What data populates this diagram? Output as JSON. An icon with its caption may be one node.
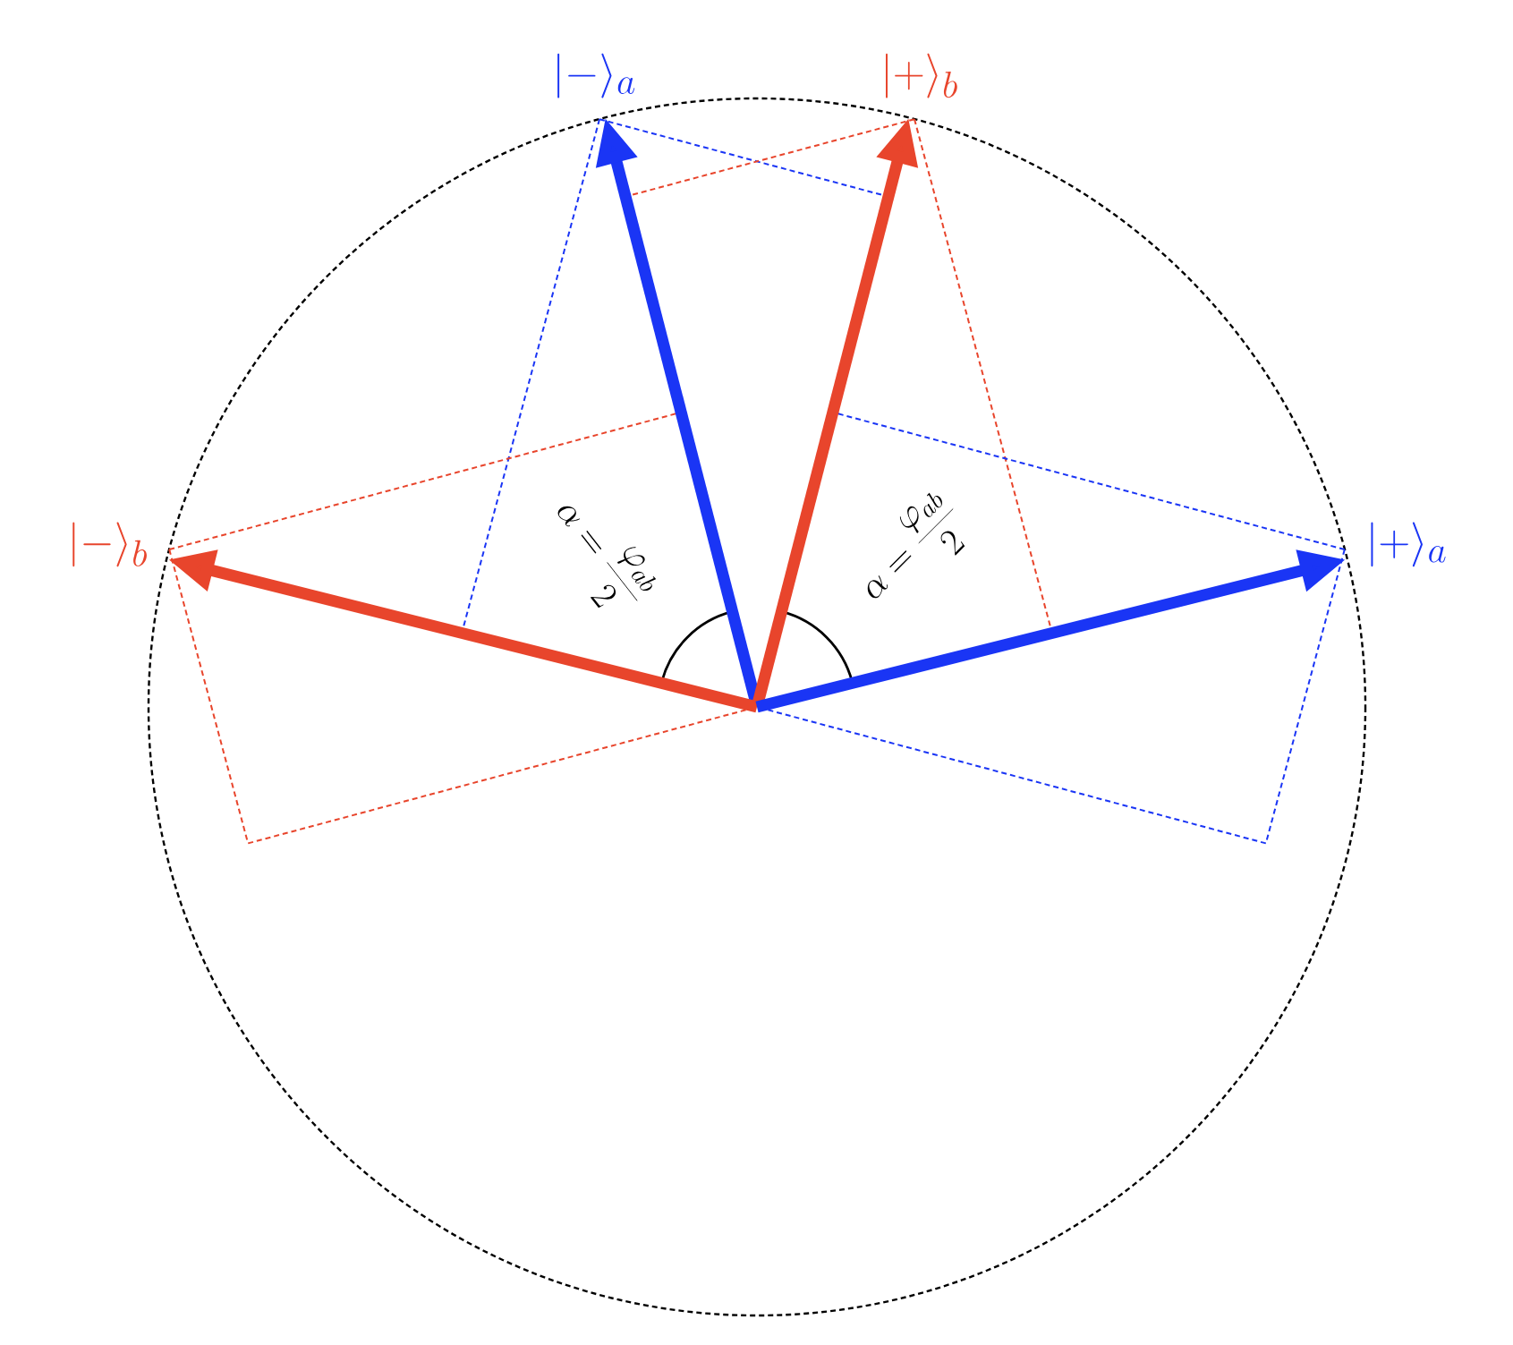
{
  "diagram": {
    "nodes": [
      {
        "text": [
          "|-\\rangle_a"
        ]
      },
      {
        "text": [
          "|+\\rangle_b"
        ]
      },
      {
        "text": [
          "|-\\rangle_b"
        ]
      },
      {
        "text": [
          "|+\\rangle_a"
        ]
      }
    ],
    "edges": [
      {
        "from": null,
        "to": 0,
        "arrow": "to",
        "color": "#1a35f5"
      },
      {
        "from": null,
        "to": 1,
        "arrow": "to",
        "color": "#e8452c"
      },
      {
        "from": null,
        "to": 2,
        "arrow": "to",
        "color": "#e8452c"
      },
      {
        "from": null,
        "to": 3,
        "arrow": "to",
        "color": "#1a35f5"
      }
    ],
    "labels": [
      "\\alpha = \\frac{\\varphi_{ab}}{2}",
      "\\alpha = \\frac{\\varphi_{ab}}{2}"
    ]
  }
}
